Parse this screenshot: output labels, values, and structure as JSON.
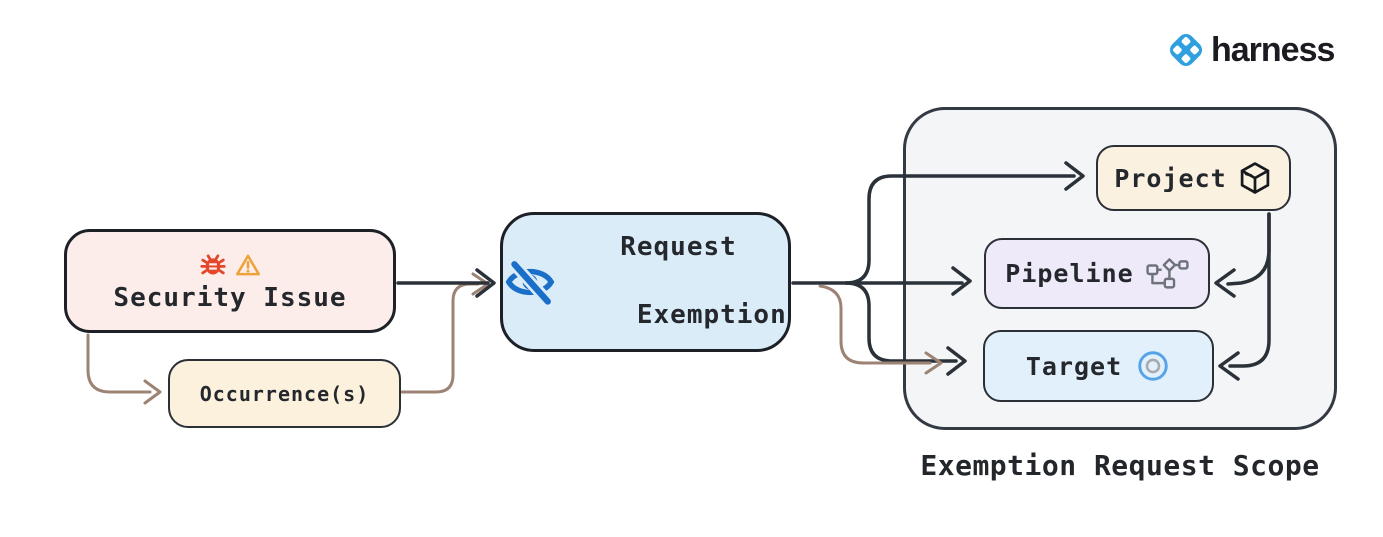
{
  "header": {
    "logo_text": "harness"
  },
  "diagram": {
    "security_issue": {
      "label": "Security Issue"
    },
    "occurrences": {
      "label": "Occurrence(s)"
    },
    "request_exemption": {
      "line1": "Request",
      "line2": "Exemption"
    },
    "scope": {
      "title": "Exemption Request Scope"
    },
    "project": {
      "label": "Project"
    },
    "pipeline": {
      "label": "Pipeline"
    },
    "target": {
      "label": "Target"
    }
  },
  "icons": {
    "logo_mark": "harness-diamond-logo",
    "security": [
      "bug-icon",
      "warning-triangle-icon"
    ],
    "request_exemption": "eye-off-icon",
    "project": "package-cube-icon",
    "pipeline": "pipeline-nodes-icon",
    "target": "target-circles-icon"
  },
  "colors": {
    "brand_blue": "#2f9fe0",
    "icon_blue": "#1a6fc9",
    "bug_red": "#e3472b",
    "warning_orange": "#eda33c",
    "arrow_dark": "#2b3138",
    "arrow_brown": "#9c8373",
    "security_fill": "#fcedea",
    "occurrence_fill": "#fbf1dd",
    "request_fill": "#dbecf9",
    "scope_fill": "#f3f5f7",
    "project_fill": "#fbf1e0",
    "pipeline_fill": "#efeafa",
    "target_fill": "#e2f0fc"
  }
}
